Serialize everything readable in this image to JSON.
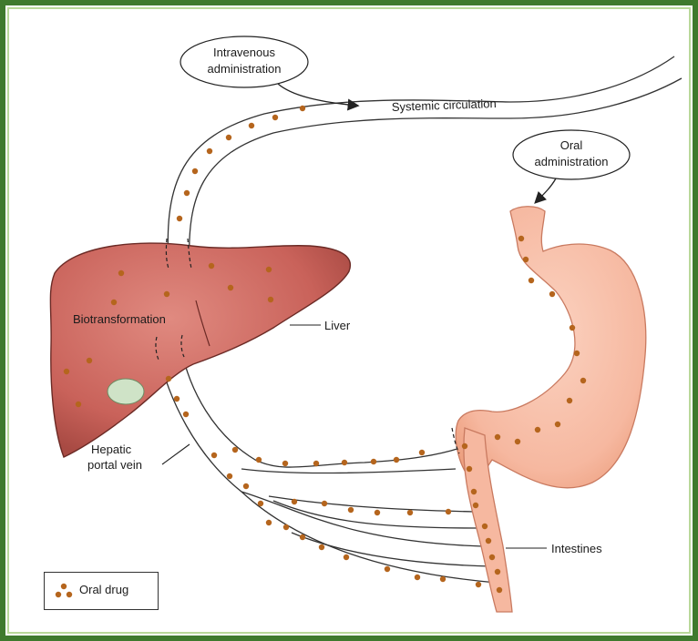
{
  "labels": {
    "intravenous_line1": "Intravenous",
    "intravenous_line2": "administration",
    "systemic": "Systemic circulation",
    "oral_line1": "Oral",
    "oral_line2": "administration",
    "biotransformation": "Biotransformation",
    "liver": "Liver",
    "hepatic_line1": "Hepatic",
    "hepatic_line2": "portal vein",
    "intestines": "Intestines"
  },
  "legend": {
    "label": "Oral drug"
  },
  "colors": {
    "border": "#3f7a2e",
    "liver": "#c9625a",
    "liver_dark": "#8f3a34",
    "stomach": "#f6b8a0",
    "stomach_dark": "#d98d74",
    "gallbladder": "#cfe3c7",
    "dot": "#b5651d"
  }
}
